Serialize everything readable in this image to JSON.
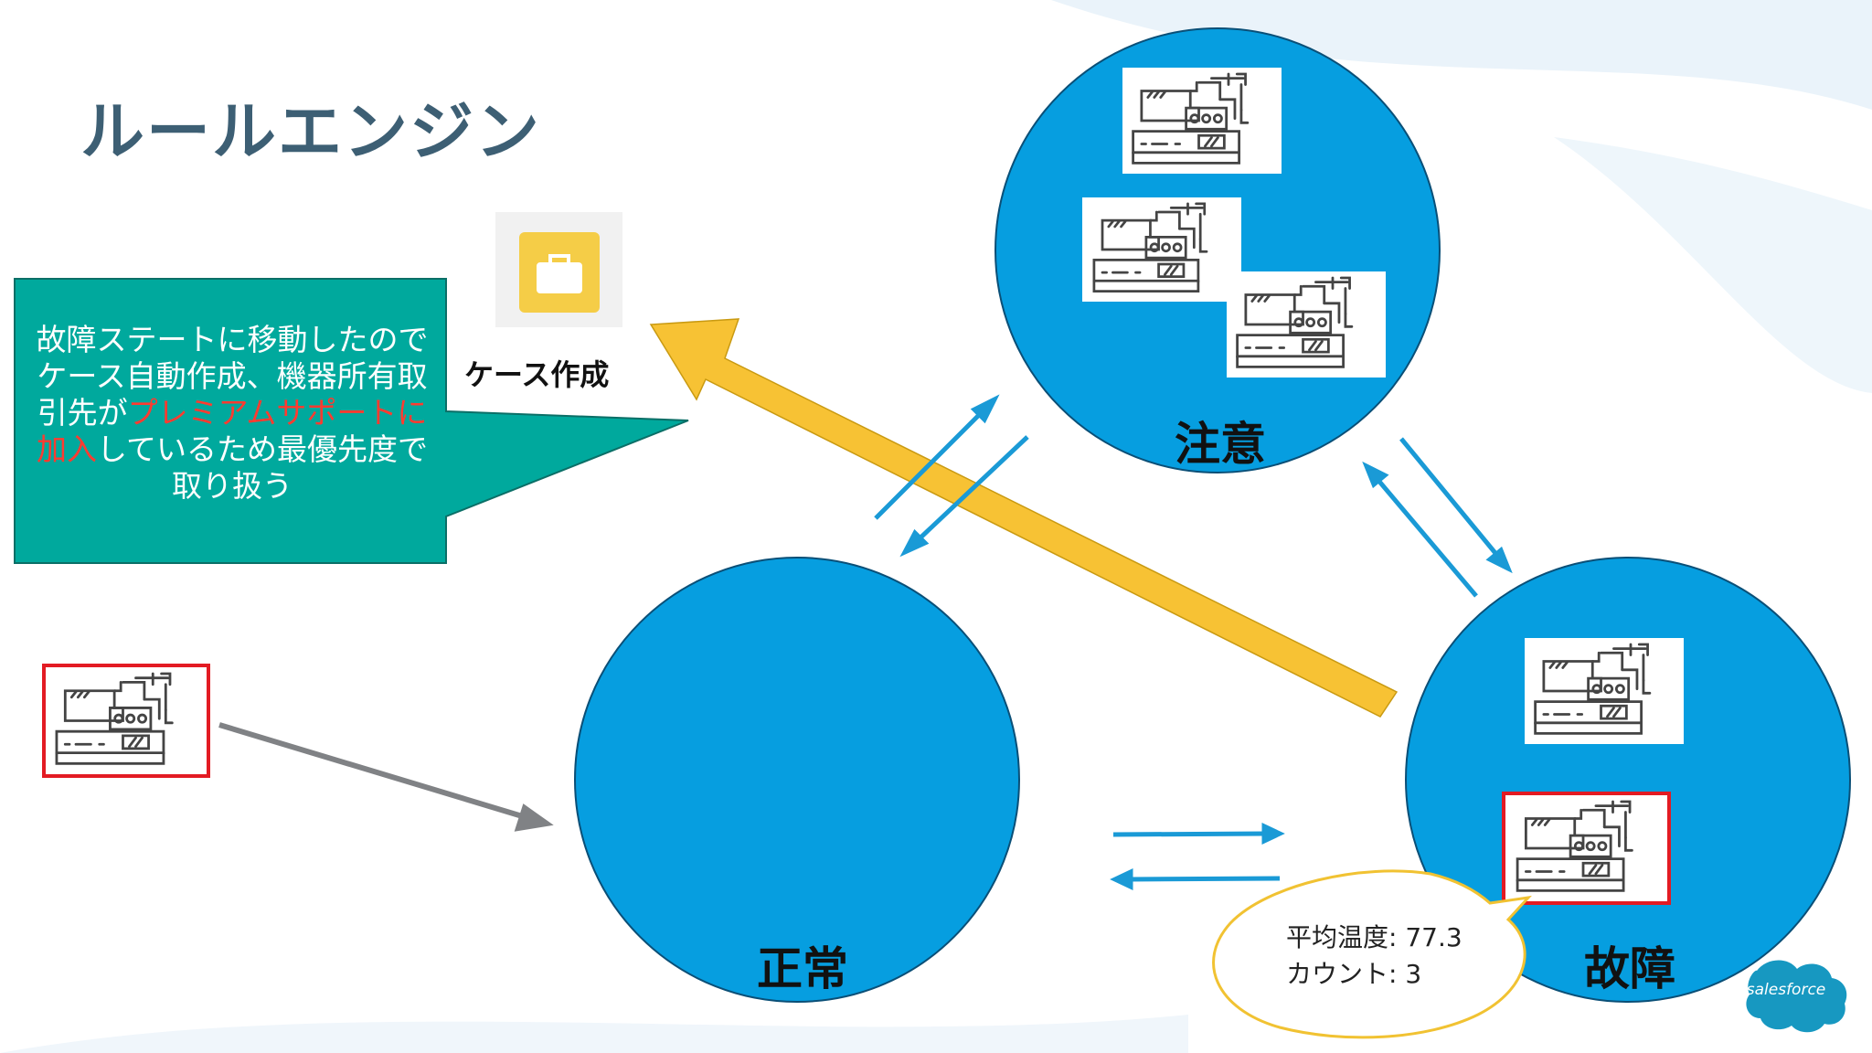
{
  "title": "ルールエンジン",
  "states": {
    "normal": "正常",
    "warning": "注意",
    "failure": "故障"
  },
  "callout": {
    "part1": "故障ステートに移動したのでケース自動作成、機器所有取引先が",
    "highlight": "プレミアムサポートに加入",
    "part2": "しているため最優先度で取り扱う",
    "color": "#00a99d"
  },
  "case": {
    "label": "ケース作成",
    "icon": "briefcase-icon",
    "icon_color": "#f5cd47"
  },
  "stats": {
    "avg_temp": "平均温度: 77.3",
    "count": "カウント: 3"
  },
  "logo": {
    "text": "salesforce"
  },
  "colors": {
    "state_fill": "#069ee0",
    "transition_arrow": "#1a9ad6",
    "case_arrow": "#f7c234",
    "incoming_arrow": "#808285",
    "alert_border": "#e31b23"
  }
}
